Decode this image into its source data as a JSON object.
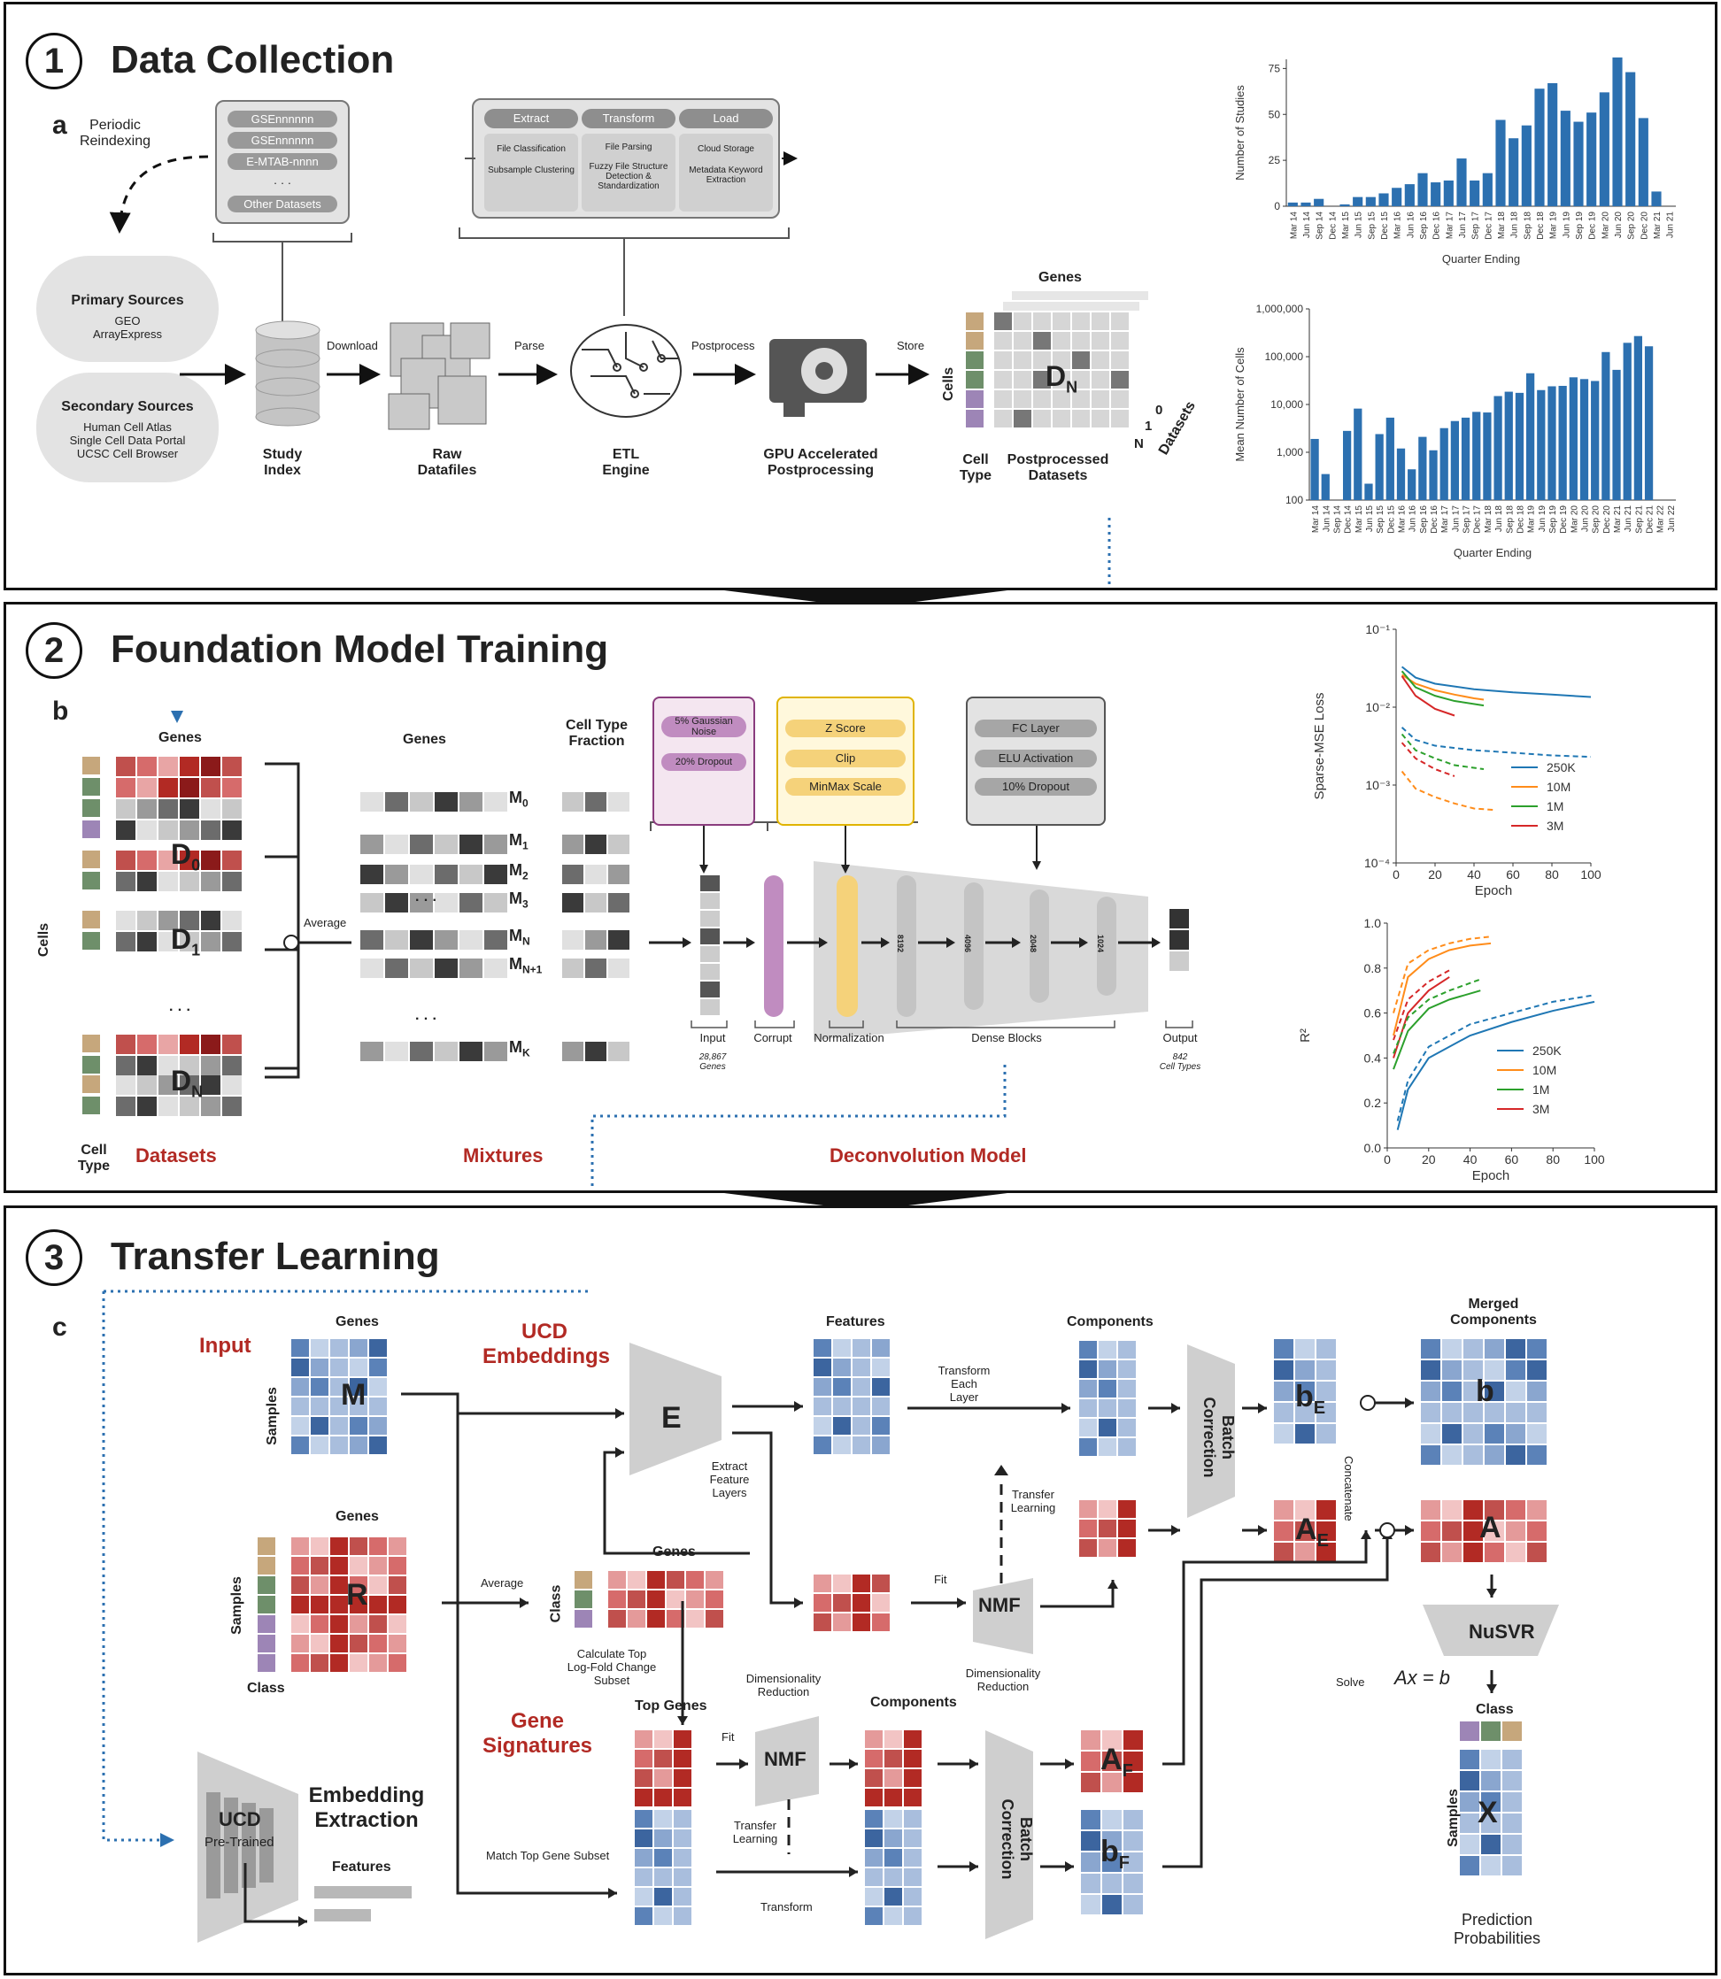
{
  "panels": {
    "p1": {
      "num": "1",
      "title": "Data Collection",
      "letter": "a"
    },
    "p2": {
      "num": "2",
      "title": "Foundation Model Training",
      "letter": "b"
    },
    "p3": {
      "num": "3",
      "title": "Transfer Learning",
      "letter": "c"
    }
  },
  "p1": {
    "periodic": "Periodic Reindexing",
    "datasets": [
      "GSEnnnnnn",
      "GSEnnnnnn",
      "E-MTAB-nnnn",
      "· · ·",
      "Other Datasets"
    ],
    "etl": {
      "extract": "Extract",
      "extract_items": [
        "File Classification",
        "Subsample Clustering"
      ],
      "transform": "Transform",
      "transform_items": [
        "File Parsing",
        "Fuzzy File Structure Detection & Standardization"
      ],
      "load": "Load",
      "load_items": [
        "Cloud Storage",
        "Metadata Keyword Extraction"
      ]
    },
    "primary_title": "Primary Sources",
    "primary_items": "GEO\nArrayExpress",
    "secondary_title": "Secondary Sources",
    "secondary_items": "Human Cell Atlas\nSingle Cell Data Portal\nUCSC Cell Browser",
    "study_index": "Study\nIndex",
    "raw_datafiles": "Raw\nDatafiles",
    "etl_engine": "ETL\nEngine",
    "gpu": "GPU Accelerated\nPostprocessing",
    "download": "Download",
    "parse": "Parse",
    "postprocess": "Postprocess",
    "store": "Store",
    "genes": "Genes",
    "cells": "Cells",
    "cell_type": "Cell\nType",
    "postprocessed": "Postprocessed\nDatasets",
    "datasets_axis": "Datasets",
    "dn": "D",
    "dn_sub": "N",
    "n": "N",
    "one": "1",
    "zero": "0"
  },
  "p2": {
    "genes": "Genes",
    "cells": "Cells",
    "cell_type": "Cell\nType",
    "average": "Average",
    "datasets_label": "Datasets",
    "mixtures_label": "Mixtures",
    "model_label": "Deconvolution Model",
    "ctf": "Cell Type\nFraction",
    "m_labels": [
      "M",
      "M",
      "M",
      "M",
      "M",
      "M",
      "M"
    ],
    "m_subs": [
      "0",
      "1",
      "2",
      "3",
      "N",
      "N+1",
      "K"
    ],
    "dots": "· · ·",
    "d_labels": [
      "D",
      "D",
      "D"
    ],
    "d_subs": [
      "0",
      "1",
      "N"
    ],
    "corrupt_items": [
      "5% Gaussian Noise",
      "20% Dropout"
    ],
    "norm_items": [
      "Z Score",
      "Clip",
      "MinMax Scale"
    ],
    "dense_items": [
      "FC Layer",
      "ELU Activation",
      "10% Dropout"
    ],
    "layer_sizes": [
      "8192",
      "4096",
      "2048",
      "1024"
    ],
    "input": "Input",
    "input_sub": "28,867\nGenes",
    "corrupt": "Corrupt",
    "normalization": "Normalization",
    "dense_blocks": "Dense Blocks",
    "output": "Output",
    "output_sub": "842\nCell Types"
  },
  "p3": {
    "input": "Input",
    "ucd_embeddings": "UCD\nEmbeddings",
    "gene_signatures": "Gene\nSignatures",
    "genes": "Genes",
    "samples": "Samples",
    "class": "Class",
    "features": "Features",
    "components": "Components",
    "merged": "Merged\nComponents",
    "m": "M",
    "r": "R",
    "e": "E",
    "b": "b",
    "a": "A",
    "x": "X",
    "be": "b",
    "be_sub": "E",
    "ae": "A",
    "ae_sub": "E",
    "af": "A",
    "af_sub": "F",
    "bf": "b",
    "bf_sub": "F",
    "average": "Average",
    "extract_feature": "Extract\nFeature\nLayers",
    "transform_each": "Transform\nEach\nLayer",
    "transfer_learning": "Transfer\nLearning",
    "fit": "Fit",
    "nmf": "NMF",
    "batch_correction": "Batch\nCorrection",
    "concatenate": "Concatenate",
    "nusvr": "NuSVR",
    "solve": "Solve",
    "eq": "Ax = b",
    "calc_top": "Calculate Top\nLog-Fold Change\nSubset",
    "top_genes": "Top Genes",
    "dim_red": "Dimensionality\nReduction",
    "match_top": "Match Top Gene Subset",
    "transform": "Transform",
    "prediction": "Prediction\nProbabilities",
    "ucd": "UCD",
    "pretrained": "Pre-Trained",
    "embedding_extraction": "Embedding\nExtraction"
  },
  "colors": {
    "blue": "#2c70b0",
    "red": "#b22a24",
    "orange": "#ff8c1a",
    "green": "#2ca02c",
    "lineblue": "#1f77b4",
    "linered": "#d62728"
  },
  "chart_data": [
    {
      "type": "bar",
      "ylabel": "Number of Studies",
      "xlabel": "Quarter Ending",
      "ylim": [
        0,
        80
      ],
      "yticks": [
        0,
        25,
        50,
        75
      ],
      "tick_labels": [
        "Mar 14",
        "Jun 14",
        "Sep 14",
        "Dec 14",
        "Mar 15",
        "Jun 15",
        "Sep 15",
        "Dec 15",
        "Mar 16",
        "Jun 16",
        "Sep 16",
        "Dec 16",
        "Mar 17",
        "Jun 17",
        "Sep 17",
        "Dec 17",
        "Mar 18",
        "Jun 18",
        "Sep 18",
        "Dec 18",
        "Mar 19",
        "Jun 19",
        "Sep 19",
        "Dec 19",
        "Mar 20",
        "Jun 20",
        "Sep 20",
        "Dec 20",
        "Mar 21",
        "Jun 21"
      ],
      "values": [
        2,
        2,
        4,
        0,
        1,
        5,
        5,
        7,
        10,
        12,
        18,
        13,
        14,
        26,
        14,
        18,
        47,
        37,
        44,
        64,
        67,
        52,
        46,
        51,
        62,
        81,
        73,
        48,
        8
      ]
    },
    {
      "type": "bar",
      "ylabel": "Mean Number of Cells",
      "xlabel": "Quarter Ending",
      "yscale": "log",
      "ylim": [
        100,
        1000000
      ],
      "yticks": [
        "100",
        "1,000",
        "10,000",
        "100,000",
        "1,000,000"
      ],
      "tick_labels": [
        "Mar 14",
        "Jun 14",
        "Sep 14",
        "Dec 14",
        "Mar 15",
        "Jun 15",
        "Sep 15",
        "Dec 15",
        "Mar 16",
        "Jun 16",
        "Sep 16",
        "Dec 16",
        "Mar 17",
        "Jun 17",
        "Sep 17",
        "Dec 17",
        "Mar 18",
        "Jun 18",
        "Sep 18",
        "Dec 18",
        "Mar 19",
        "Jun 19",
        "Sep 19",
        "Dec 19",
        "Mar 20",
        "Jun 20",
        "Sep 20",
        "Dec 20",
        "Mar 21",
        "Jun 21",
        "Sep 21",
        "Dec 21",
        "Mar 22",
        "Jun 22"
      ],
      "values": [
        1900,
        350,
        100,
        2800,
        8200,
        220,
        2400,
        5300,
        1200,
        440,
        2100,
        1100,
        3200,
        4500,
        5300,
        7000,
        6800,
        15000,
        18500,
        17500,
        45000,
        20000,
        24000,
        24500,
        37000,
        34000,
        31000,
        125000,
        53000,
        195000,
        270000,
        165000
      ]
    },
    {
      "type": "line",
      "ylabel": "Sparse-MSE Loss",
      "xlabel": "Epoch",
      "yscale": "log",
      "ylim": [
        0.0001,
        0.1
      ],
      "xlim": [
        0,
        100
      ],
      "yticks": [
        "10⁻⁴",
        "10⁻³",
        "10⁻²",
        "10⁻¹"
      ],
      "xticks": [
        0,
        20,
        40,
        60,
        80,
        100
      ],
      "series": [
        {
          "name": "250K",
          "color": "#1f77b4",
          "x": [
            3,
            10,
            20,
            40,
            60,
            80,
            100
          ],
          "y": [
            0.033,
            0.024,
            0.02,
            0.017,
            0.0155,
            0.0145,
            0.0135
          ]
        },
        {
          "name": "10M",
          "color": "#ff8c1a",
          "x": [
            3,
            10,
            20,
            30,
            40,
            45
          ],
          "y": [
            0.026,
            0.02,
            0.0165,
            0.0145,
            0.013,
            0.0125
          ]
        },
        {
          "name": "1M",
          "color": "#2ca02c",
          "x": [
            3,
            10,
            20,
            30,
            45
          ],
          "y": [
            0.029,
            0.018,
            0.014,
            0.012,
            0.0105
          ]
        },
        {
          "name": "3M",
          "color": "#d62728",
          "x": [
            3,
            10,
            20,
            30
          ],
          "y": [
            0.025,
            0.014,
            0.0095,
            0.0078
          ]
        }
      ],
      "dashed_series": [
        {
          "name": "250K",
          "color": "#1f77b4",
          "x": [
            3,
            10,
            20,
            40,
            60,
            80,
            100
          ],
          "y": [
            0.0055,
            0.0038,
            0.0032,
            0.0028,
            0.0026,
            0.0024,
            0.0023
          ]
        },
        {
          "name": "10M",
          "color": "#ff8c1a",
          "x": [
            3,
            10,
            20,
            30,
            40,
            50
          ],
          "y": [
            0.0015,
            0.0009,
            0.0007,
            0.00058,
            0.0005,
            0.00048
          ]
        },
        {
          "name": "1M",
          "color": "#2ca02c",
          "x": [
            3,
            10,
            20,
            30,
            45
          ],
          "y": [
            0.0045,
            0.0028,
            0.0022,
            0.0018,
            0.0016
          ]
        },
        {
          "name": "3M",
          "color": "#d62728",
          "x": [
            3,
            10,
            20,
            30
          ],
          "y": [
            0.0035,
            0.0022,
            0.0016,
            0.0013
          ]
        }
      ],
      "legend": [
        "250K",
        "10M",
        "1M",
        "3M"
      ]
    },
    {
      "type": "line",
      "ylabel": "R²",
      "xlabel": "Epoch",
      "ylim": [
        0,
        1
      ],
      "xlim": [
        0,
        100
      ],
      "yticks": [
        "0.0",
        "0.2",
        "0.4",
        "0.6",
        "0.8",
        "1.0"
      ],
      "xticks": [
        0,
        20,
        40,
        60,
        80,
        100
      ],
      "series": [
        {
          "name": "250K",
          "color": "#1f77b4",
          "x": [
            5,
            10,
            20,
            40,
            60,
            80,
            100
          ],
          "y": [
            0.08,
            0.26,
            0.4,
            0.5,
            0.56,
            0.61,
            0.65
          ]
        },
        {
          "name": "10M",
          "color": "#ff8c1a",
          "x": [
            3,
            10,
            20,
            30,
            40,
            50
          ],
          "y": [
            0.5,
            0.76,
            0.84,
            0.88,
            0.9,
            0.91
          ]
        },
        {
          "name": "1M",
          "color": "#2ca02c",
          "x": [
            3,
            10,
            20,
            30,
            45
          ],
          "y": [
            0.35,
            0.52,
            0.62,
            0.66,
            0.7
          ]
        },
        {
          "name": "3M",
          "color": "#d62728",
          "x": [
            3,
            10,
            20,
            30
          ],
          "y": [
            0.4,
            0.6,
            0.7,
            0.76
          ]
        }
      ],
      "dashed_series": [
        {
          "name": "250K",
          "color": "#1f77b4",
          "x": [
            5,
            10,
            20,
            40,
            60,
            80,
            100
          ],
          "y": [
            0.12,
            0.3,
            0.45,
            0.55,
            0.6,
            0.65,
            0.68
          ]
        },
        {
          "name": "10M",
          "color": "#ff8c1a",
          "x": [
            3,
            10,
            20,
            30,
            40,
            50
          ],
          "y": [
            0.6,
            0.82,
            0.88,
            0.91,
            0.93,
            0.94
          ]
        },
        {
          "name": "1M",
          "color": "#2ca02c",
          "x": [
            3,
            10,
            20,
            30,
            45
          ],
          "y": [
            0.42,
            0.58,
            0.66,
            0.7,
            0.75
          ]
        },
        {
          "name": "3M",
          "color": "#d62728",
          "x": [
            3,
            10,
            20,
            30
          ],
          "y": [
            0.48,
            0.66,
            0.74,
            0.79
          ]
        }
      ],
      "legend": [
        "250K",
        "10M",
        "1M",
        "3M"
      ]
    }
  ]
}
